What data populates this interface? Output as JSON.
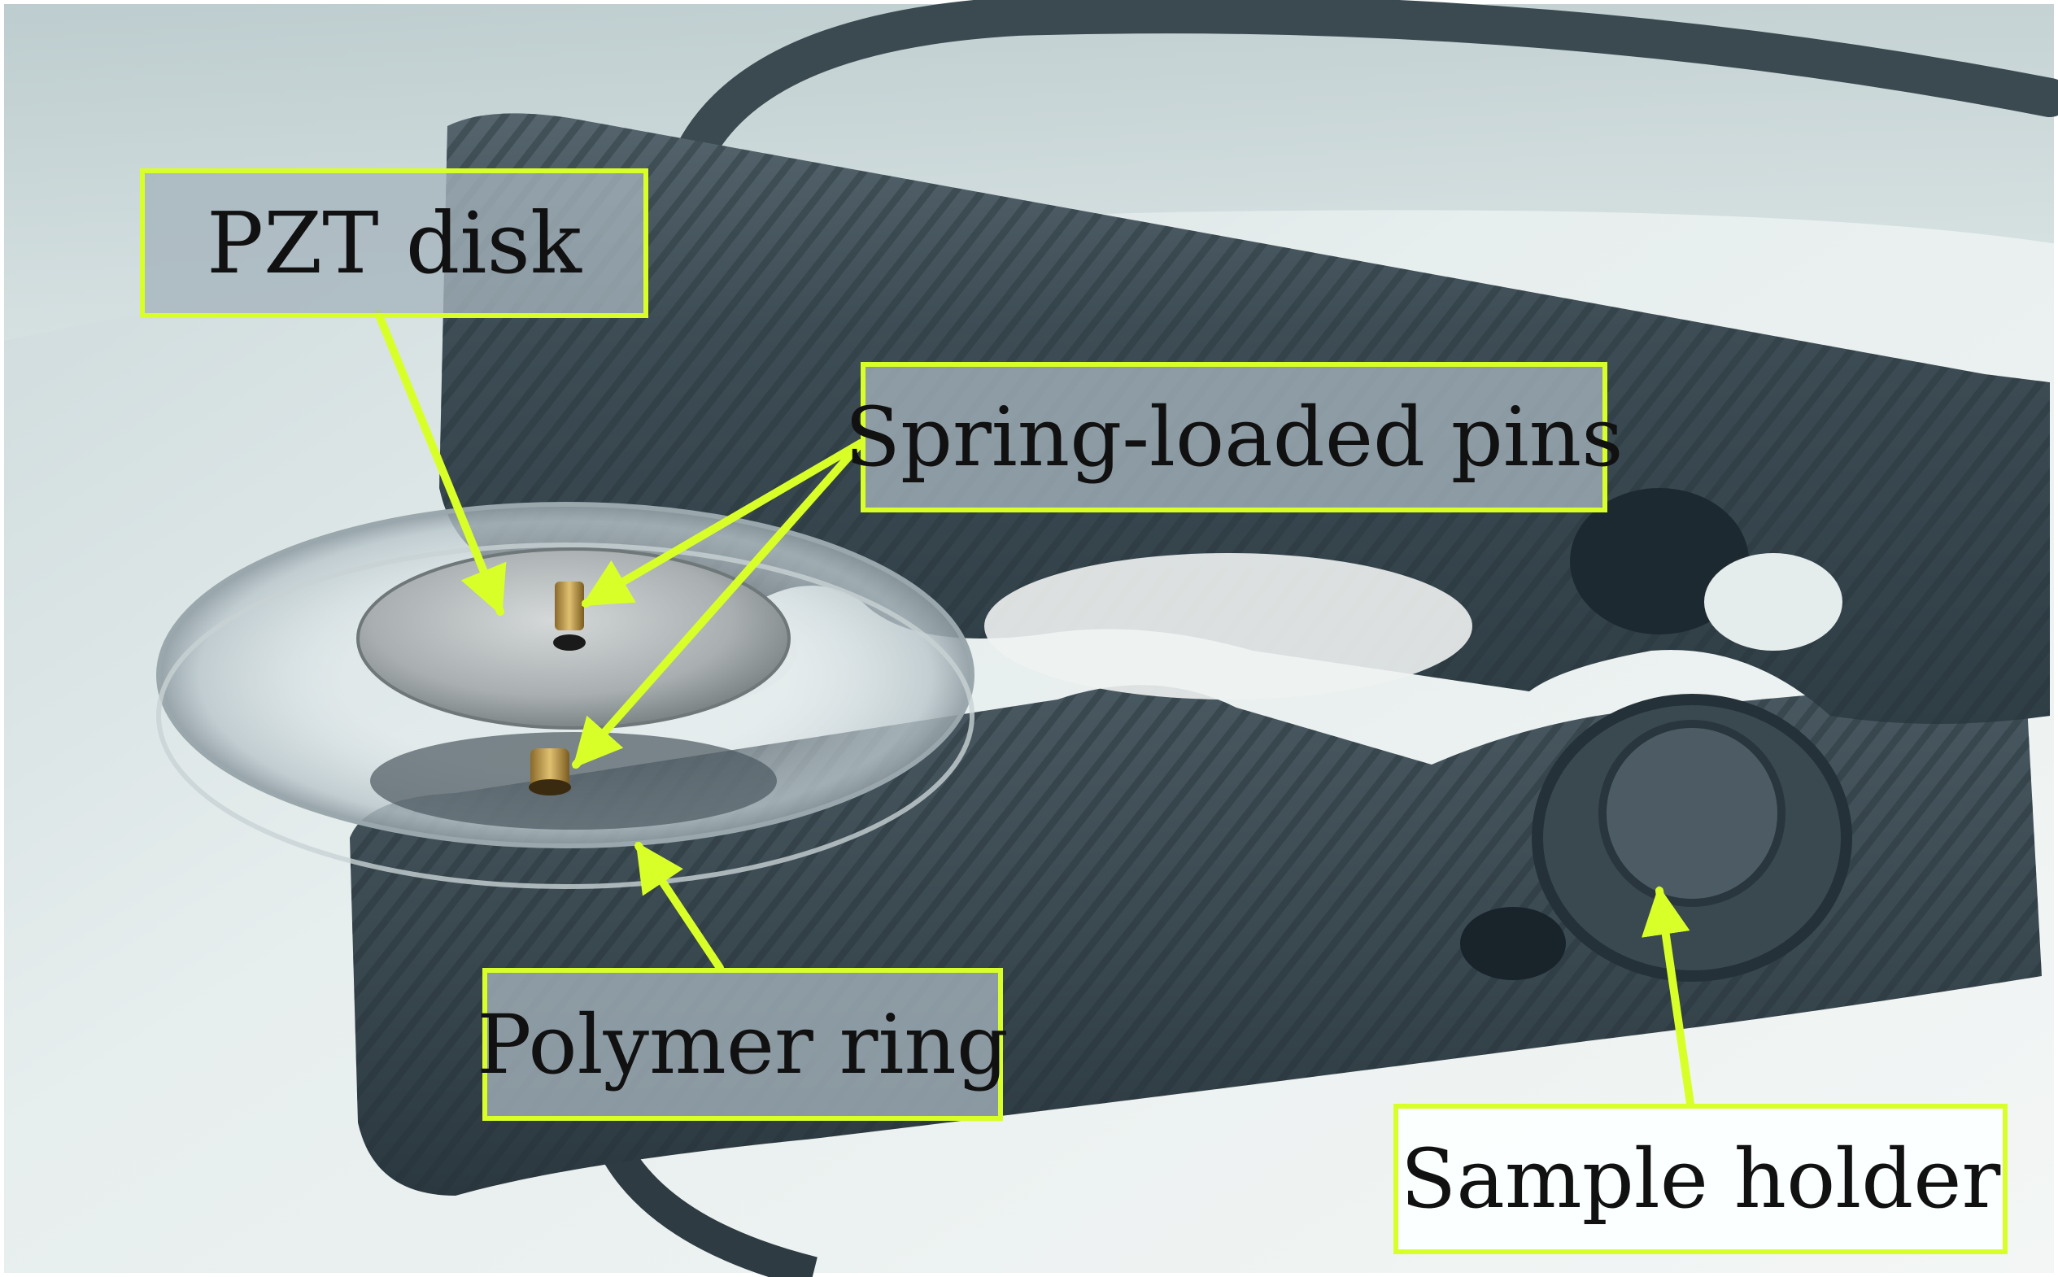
{
  "labels": {
    "pzt_disk": "PZT disk",
    "spring_pins": "Spring-loaded pins",
    "polymer_ring": "Polymer ring",
    "sample_holder": "Sample holder"
  },
  "colors": {
    "annotation": "#d9ff29",
    "background": "#d6e2e3",
    "holder_body": "#3e4d55",
    "label_dark_fill": "#a5b4bc",
    "label_light_fill": "#fcffff"
  }
}
